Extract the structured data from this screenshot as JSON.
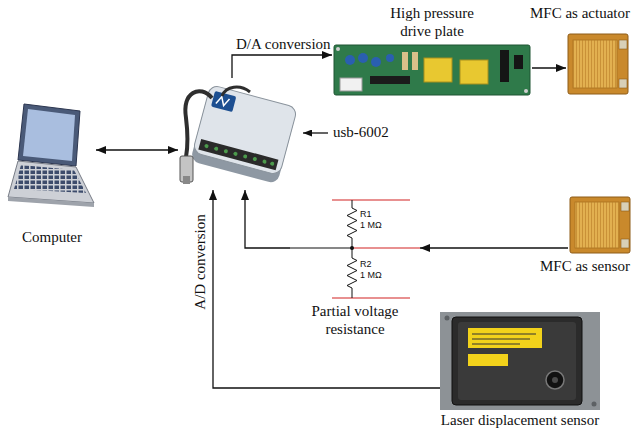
{
  "diagram": {
    "nodes": [
      {
        "text": [
          "Computer"
        ]
      },
      {
        "text": [
          "usb-6002"
        ]
      },
      {
        "text": [
          "High pressure drive plate"
        ]
      },
      {
        "text": [
          "MFC as actuator"
        ]
      },
      {
        "text": [
          "Partial voltage resistance"
        ]
      },
      {
        "text": [
          "MFC as sensor"
        ]
      },
      {
        "text": [
          "Laser displacement sensor"
        ]
      }
    ],
    "edges": [
      {
        "from": 0,
        "to": 1,
        "arrow": "both"
      },
      {
        "from": 1,
        "to": 2,
        "label": "D/A conversion",
        "arrow": "to"
      },
      {
        "from": 2,
        "to": 3,
        "arrow": "to"
      },
      {
        "from": 5,
        "to": 4,
        "arrow": "to"
      },
      {
        "from": 4,
        "to": 1,
        "arrow": "to"
      },
      {
        "from": 6,
        "to": 1,
        "label": "A/D conversion",
        "arrow": "to"
      }
    ],
    "labels": [
      "R1",
      "1 MΩ",
      "R2",
      "1 MΩ"
    ]
  }
}
